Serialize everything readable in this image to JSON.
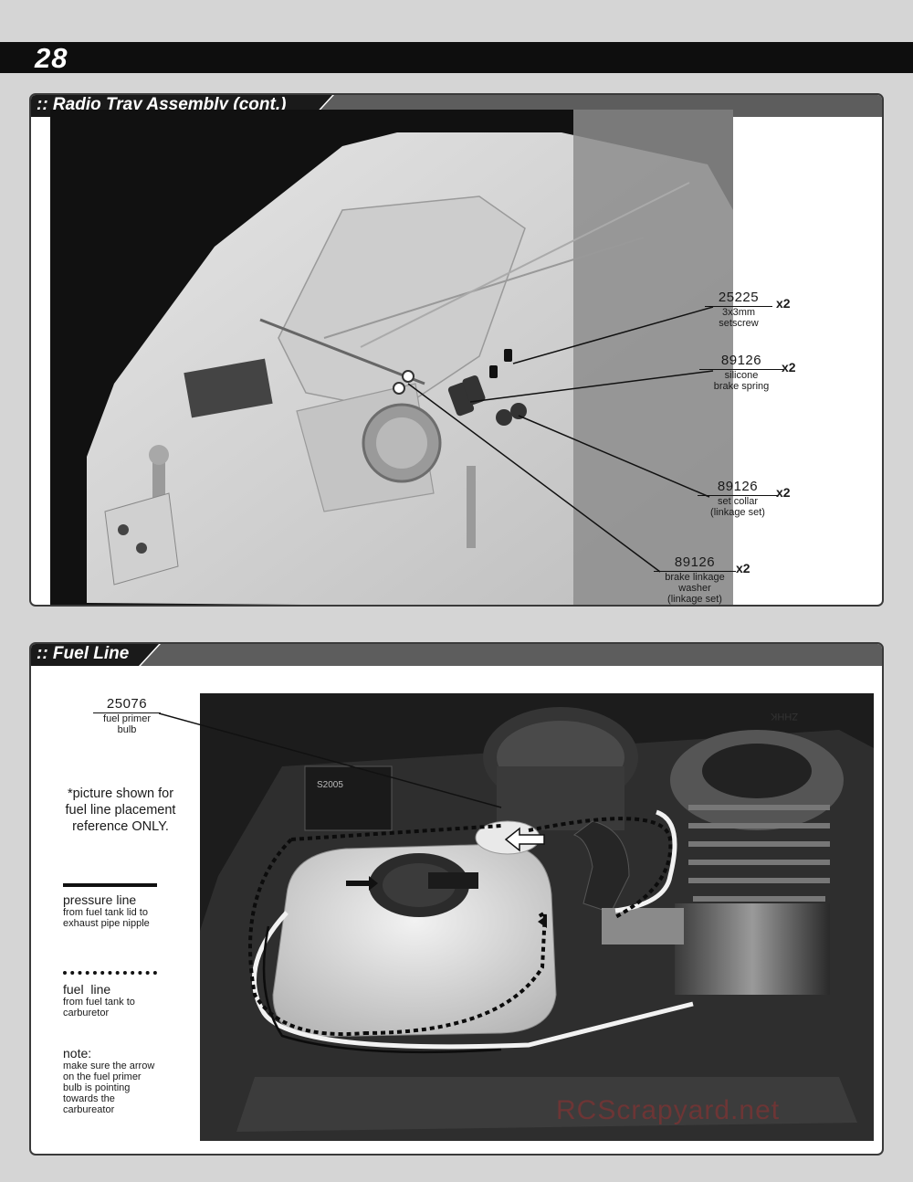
{
  "page": {
    "number": "28"
  },
  "radio_tray": {
    "title": ":: Radio Tray Assembly (cont.)",
    "callouts": [
      {
        "part": "25225",
        "desc1": "3x3mm",
        "desc2": "setscrew",
        "desc3": "",
        "qty": "x2"
      },
      {
        "part": "89126",
        "desc1": "silicone",
        "desc2": "brake spring",
        "desc3": "",
        "qty": "x2"
      },
      {
        "part": "89126",
        "desc1": "set collar",
        "desc2": "(linkage set)",
        "desc3": "",
        "qty": "x2"
      },
      {
        "part": "89126",
        "desc1": "brake linkage",
        "desc2": "washer",
        "desc3": "(linkage set)",
        "qty": "x2"
      }
    ]
  },
  "fuel_line": {
    "title": ":: Fuel Line",
    "bulb_callout": {
      "part": "25076",
      "desc1": "fuel primer",
      "desc2": "bulb"
    },
    "reference_note": [
      "*picture shown for",
      "fuel line placement",
      "reference ONLY."
    ],
    "legend": [
      {
        "style": "solid",
        "label": "pressure line",
        "sub1": "from fuel tank lid to",
        "sub2": "exhaust pipe nipple"
      },
      {
        "style": "dotted",
        "label": "fuel  line",
        "sub1": "from fuel tank to",
        "sub2": "carburetor"
      }
    ],
    "note": {
      "heading": "note:",
      "lines": [
        "make sure the arrow",
        "on the fuel primer",
        "bulb is pointing",
        "towards the",
        "carbureator"
      ]
    },
    "servo_label": "S2005",
    "engine_label": "ZHHK",
    "watermark": "RCScrapyard.net"
  },
  "colors": {
    "header": "#0e0e0e",
    "panel_border": "#3a3a3a",
    "background": "#d5d5d5",
    "watermark": "#c82828"
  }
}
